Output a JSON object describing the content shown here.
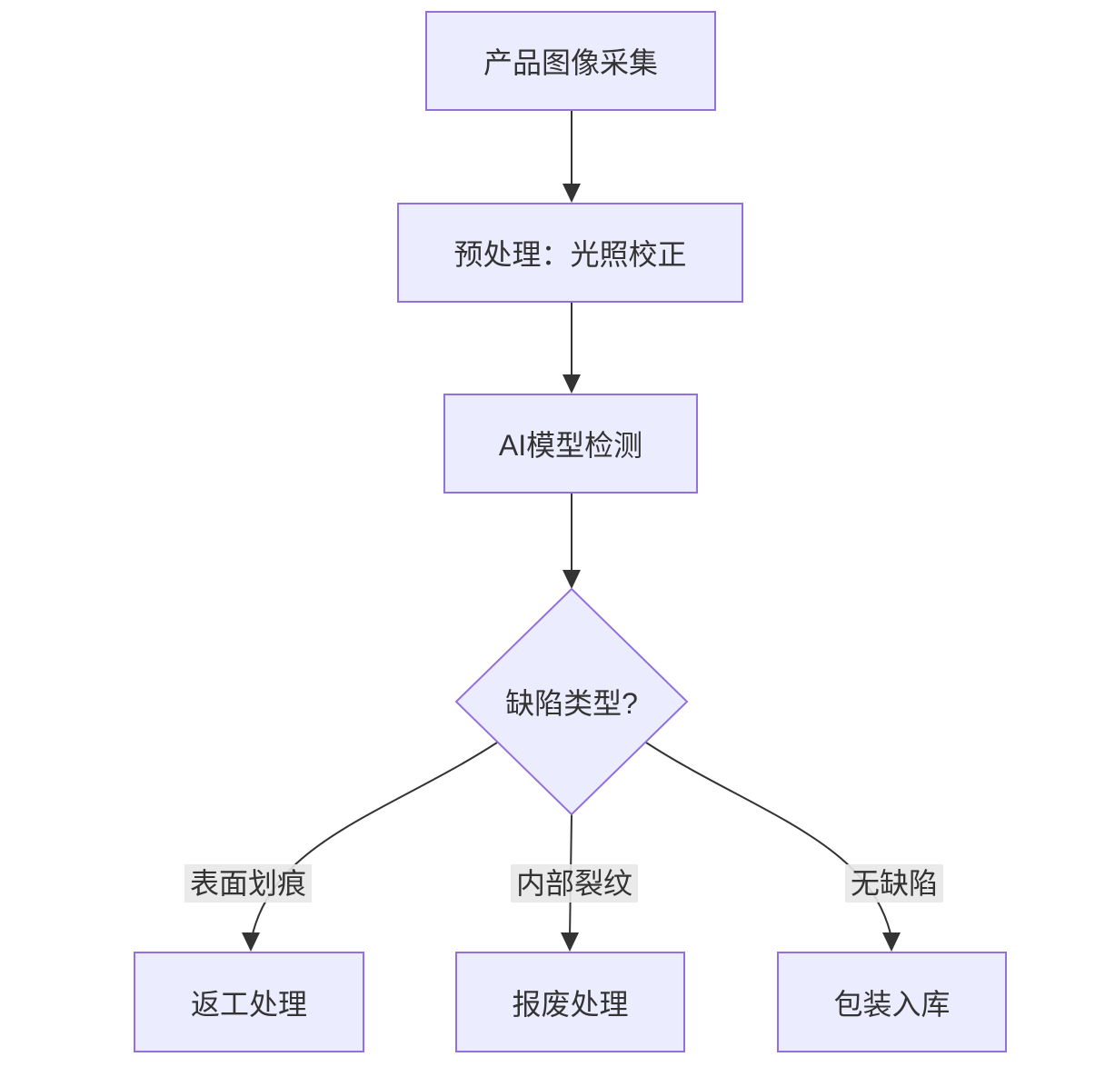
{
  "diagram": {
    "type": "flowchart",
    "direction": "top-down",
    "nodes": {
      "capture": {
        "id": "capture",
        "shape": "rect",
        "label": "产品图像采集"
      },
      "preprocess": {
        "id": "preprocess",
        "shape": "rect",
        "label": "预处理：光照校正"
      },
      "detect": {
        "id": "detect",
        "shape": "rect",
        "label": "AI模型检测"
      },
      "decision": {
        "id": "decision",
        "shape": "diamond",
        "label": "缺陷类型?"
      },
      "rework": {
        "id": "rework",
        "shape": "rect",
        "label": "返工处理"
      },
      "scrap": {
        "id": "scrap",
        "shape": "rect",
        "label": "报废处理"
      },
      "pack": {
        "id": "pack",
        "shape": "rect",
        "label": "包装入库"
      }
    },
    "edges": [
      {
        "from": "capture",
        "to": "preprocess",
        "label": ""
      },
      {
        "from": "preprocess",
        "to": "detect",
        "label": ""
      },
      {
        "from": "detect",
        "to": "decision",
        "label": ""
      },
      {
        "from": "decision",
        "to": "rework",
        "label": "表面划痕"
      },
      {
        "from": "decision",
        "to": "scrap",
        "label": "内部裂纹"
      },
      {
        "from": "decision",
        "to": "pack",
        "label": "无缺陷"
      }
    ],
    "colors": {
      "node_fill": "#ECECFF",
      "node_border": "#9370DB",
      "edge_line": "#333333",
      "text": "#333333",
      "edge_label_bg": "#E8E8E8",
      "background": "#FFFFFF"
    }
  }
}
